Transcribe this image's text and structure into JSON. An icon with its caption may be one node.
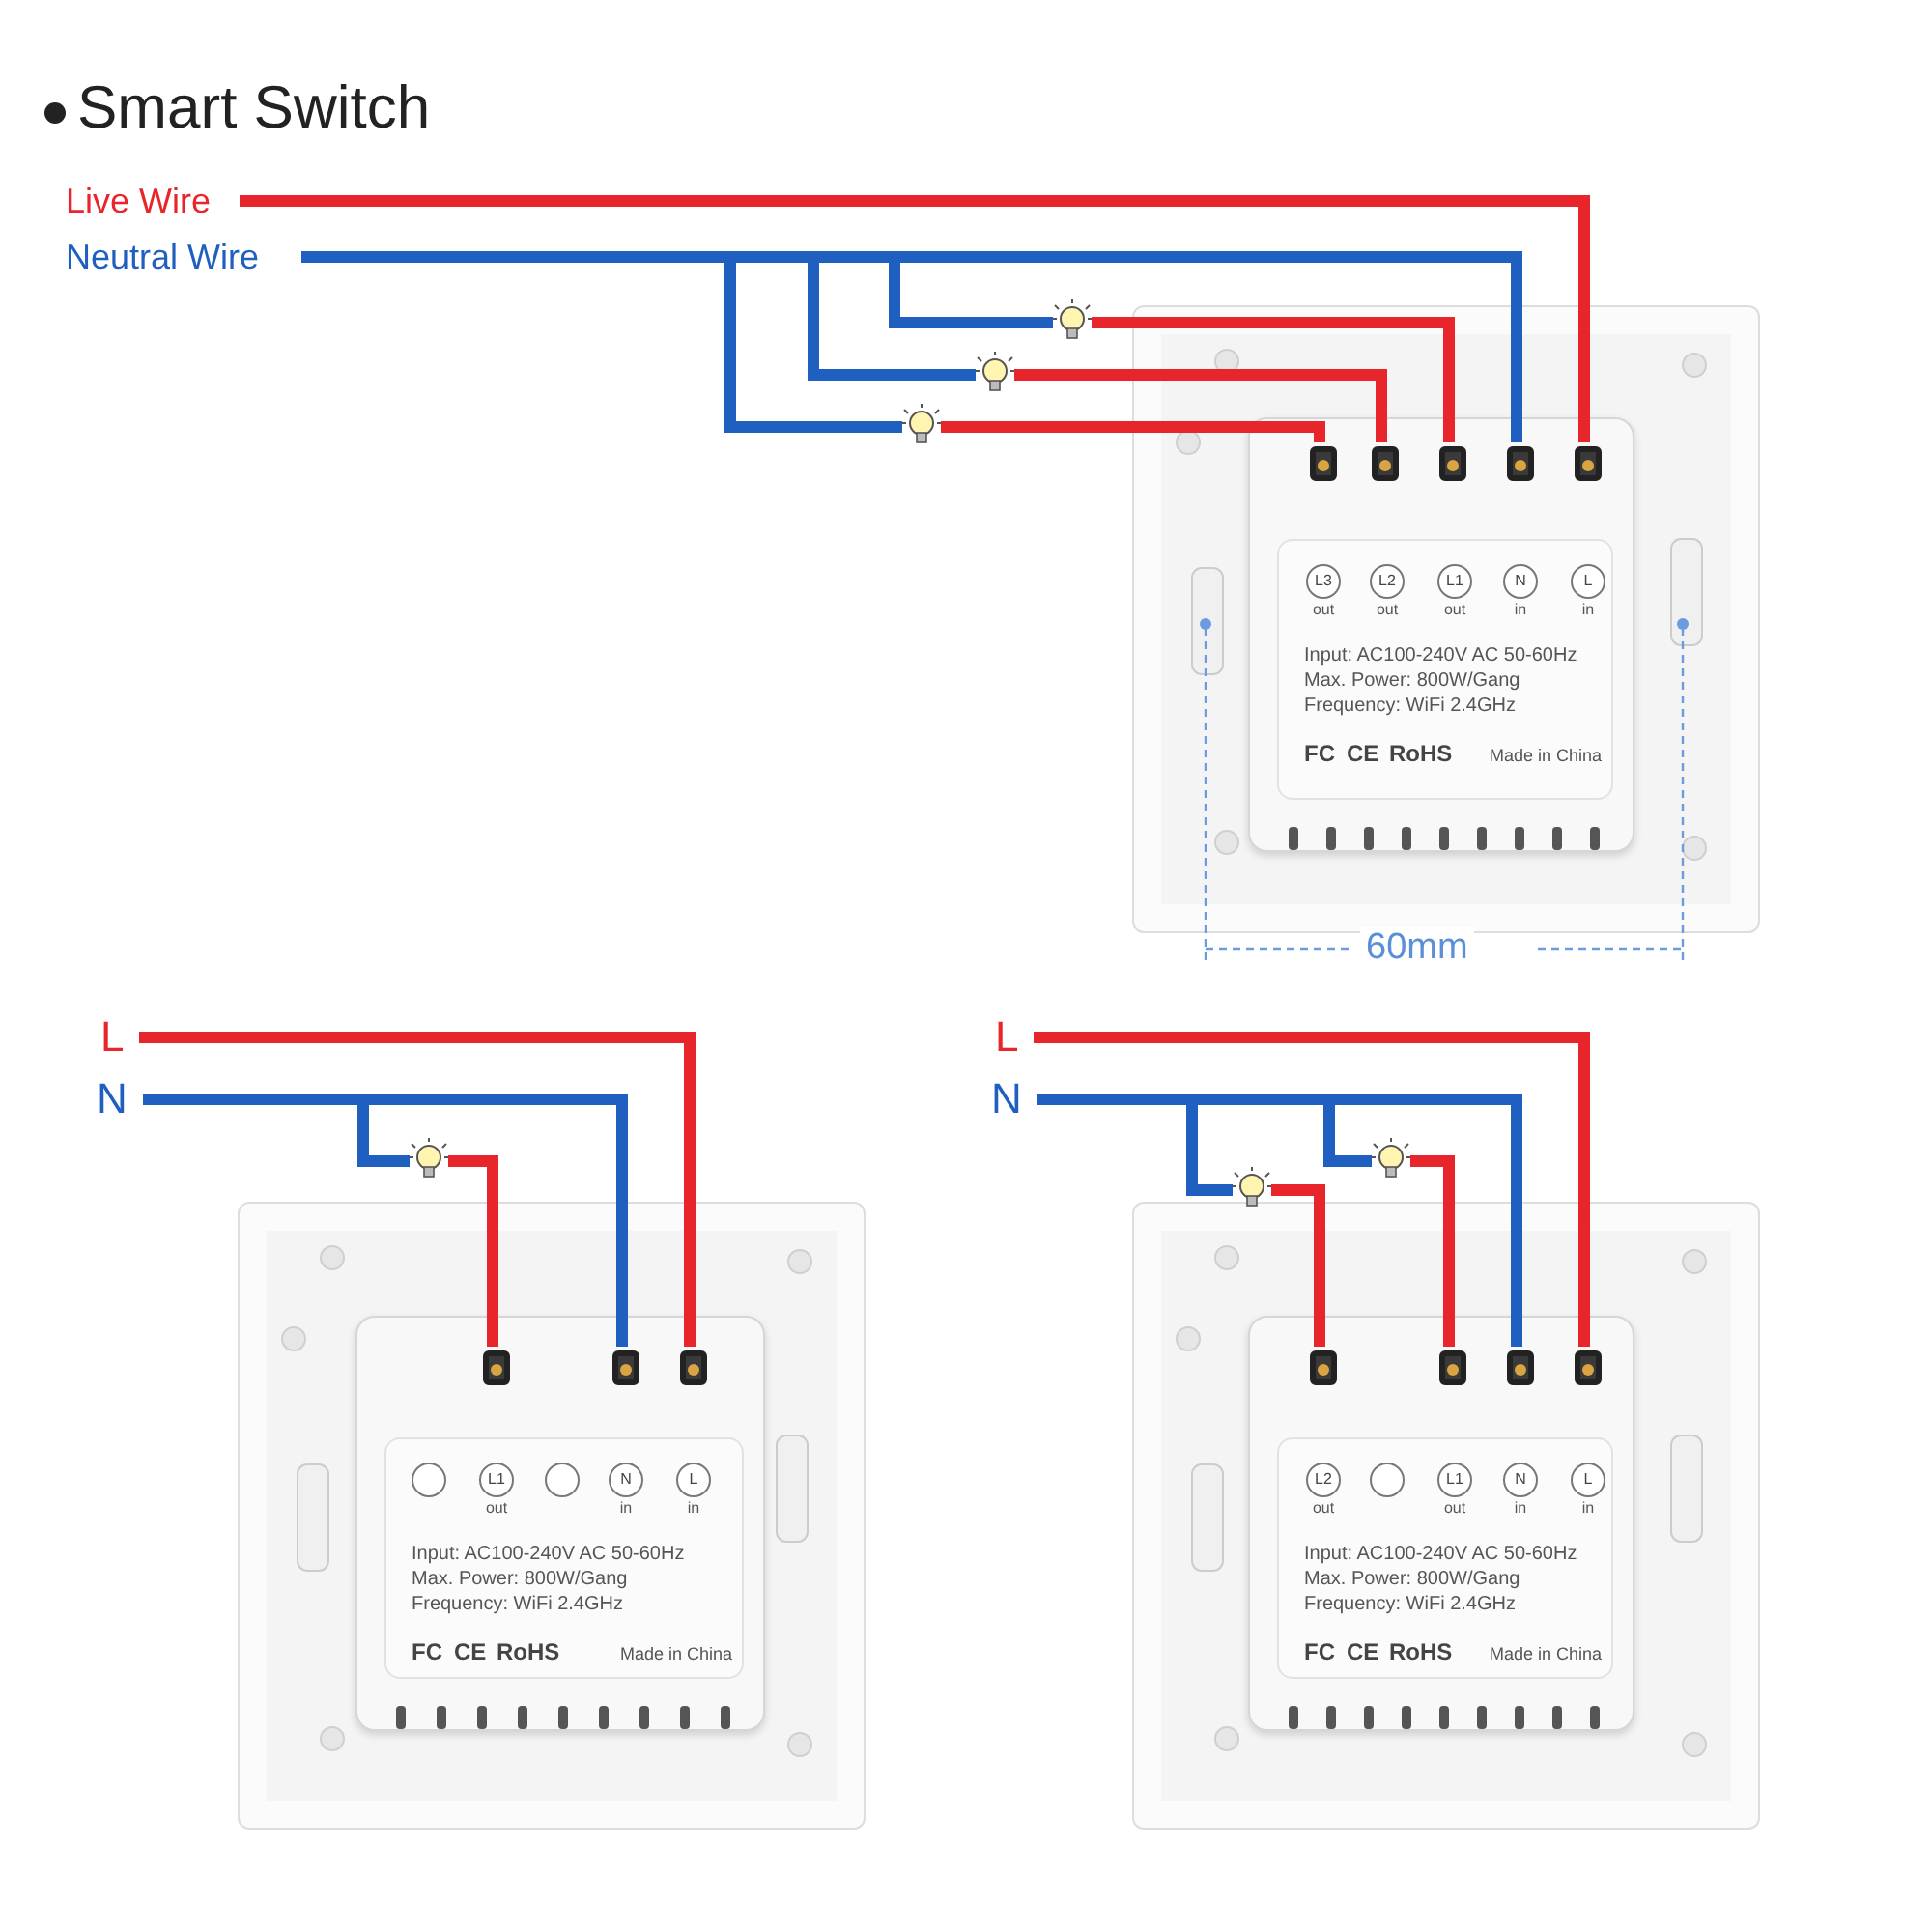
{
  "diagram": {
    "title": "Smart Switch",
    "nodes": [
      {
        "text": [
          "Live Wire"
        ]
      },
      {
        "text": [
          "Neutral Wire"
        ]
      },
      {
        "text": [],
        "shape": "bulb"
      },
      {
        "text": [],
        "shape": "bulb"
      },
      {
        "text": [],
        "shape": "bulb"
      },
      {
        "text": [],
        "shape": "box"
      },
      {
        "text": [
          "Input: AC100-240V AC 50-60Hz",
          "Max. Power: 800W/Gang",
          "Frequency: WiFi 2.4GHz",
          "FC",
          "CE",
          "RoHS",
          "Made in China"
        ],
        "in": 5
      },
      {
        "text": [],
        "shape": "box",
        "in": 6
      },
      {
        "text": [],
        "shape": "box",
        "in": 6
      },
      {
        "text": [],
        "shape": "box",
        "in": 6
      },
      {
        "text": [],
        "shape": "box",
        "in": 6
      },
      {
        "text": [],
        "shape": "box",
        "in": 6
      },
      {
        "text": [
          "L3",
          "out"
        ],
        "in": 6
      },
      {
        "text": [
          "L2",
          "out"
        ],
        "in": 6
      },
      {
        "text": [
          "L1",
          "out"
        ],
        "in": 6
      },
      {
        "text": [
          "N",
          "in"
        ],
        "in": 6
      },
      {
        "text": [
          "L",
          "in"
        ],
        "in": 6
      },
      {
        "text": [
          "L"
        ]
      },
      {
        "text": [
          "N"
        ]
      },
      {
        "text": [],
        "shape": "bulb"
      },
      {
        "text": [],
        "shape": "box"
      },
      {
        "text": [
          "Input: AC100-240V AC 50-60Hz",
          "Max. Power: 800W/Gang",
          "Frequency: WiFi 2.4GHz",
          "FC",
          "CE",
          "RoHS",
          "Made in China"
        ],
        "in": 20
      },
      {
        "text": [],
        "shape": "box",
        "in": 21
      },
      {
        "text": [],
        "shape": "box",
        "in": 21
      },
      {
        "text": [],
        "shape": "box",
        "in": 21
      },
      {
        "text": [],
        "shape": "circle",
        "in": 21
      },
      {
        "text": [
          "L1",
          "out"
        ],
        "in": 21
      },
      {
        "text": [],
        "shape": "circle",
        "in": 21
      },
      {
        "text": [
          "N",
          "in"
        ],
        "in": 21
      },
      {
        "text": [
          "L",
          "in"
        ],
        "in": 21
      },
      {
        "text": [
          "L"
        ]
      },
      {
        "text": [
          "N"
        ]
      },
      {
        "text": [],
        "shape": "bulb"
      },
      {
        "text": [],
        "shape": "bulb"
      },
      {
        "text": [],
        "shape": "box"
      },
      {
        "text": [
          "Input: AC100-240V AC 50-60Hz",
          "Max. Power: 800W/Gang",
          "Frequency: WiFi 2.4GHz",
          "FC",
          "CE",
          "RoHS",
          "Made in China"
        ],
        "in": 34
      },
      {
        "text": [],
        "shape": "box",
        "in": 35
      },
      {
        "text": [],
        "shape": "box",
        "in": 35
      },
      {
        "text": [],
        "shape": "box",
        "in": 35
      },
      {
        "text": [],
        "shape": "box",
        "in": 35
      },
      {
        "text": [
          "L2",
          "out"
        ],
        "in": 35
      },
      {
        "text": [],
        "shape": "circle",
        "in": 35
      },
      {
        "text": [
          "L1",
          "out"
        ],
        "in": 35
      },
      {
        "text": [
          "N",
          "in"
        ],
        "in": 35
      },
      {
        "text": [
          "L",
          "in"
        ],
        "in": 35
      }
    ],
    "edges": [
      {
        "from": 0,
        "to": 11,
        "arrow": "none",
        "color": "#e8252b"
      },
      {
        "from": 1,
        "to": 10,
        "arrow": "none",
        "color": "#1f5fbf"
      },
      {
        "from": 1,
        "to": 2,
        "arrow": "none",
        "color": "#1f5fbf"
      },
      {
        "from": 1,
        "to": 3,
        "arrow": "none",
        "color": "#1f5fbf"
      },
      {
        "from": 1,
        "to": 4,
        "arrow": "none",
        "color": "#1f5fbf"
      },
      {
        "from": 2,
        "to": 9,
        "arrow": "none",
        "color": "#e8252b"
      },
      {
        "from": 3,
        "to": 8,
        "arrow": "none",
        "color": "#e8252b"
      },
      {
        "from": 4,
        "to": 7,
        "arrow": "none",
        "color": "#e8252b"
      },
      {
        "from": 17,
        "to": 24,
        "arrow": "none",
        "color": "#e8252b"
      },
      {
        "from": 18,
        "to": 23,
        "arrow": "none",
        "color": "#1f5fbf"
      },
      {
        "from": 18,
        "to": 19,
        "arrow": "none",
        "color": "#1f5fbf"
      },
      {
        "from": 19,
        "to": 22,
        "arrow": "none",
        "color": "#e8252b"
      },
      {
        "from": 30,
        "to": 39,
        "arrow": "none",
        "color": "#e8252b"
      },
      {
        "from": 31,
        "to": 38,
        "arrow": "none",
        "color": "#1f5fbf"
      },
      {
        "from": 31,
        "to": 32,
        "arrow": "none",
        "color": "#1f5fbf"
      },
      {
        "from": 31,
        "to": 33,
        "arrow": "none",
        "color": "#1f5fbf"
      },
      {
        "from": 32,
        "to": 37,
        "arrow": "none",
        "color": "#e8252b"
      },
      {
        "from": 33,
        "to": 36,
        "arrow": "none",
        "color": "#e8252b"
      }
    ],
    "labels": [
      "60mm"
    ]
  }
}
